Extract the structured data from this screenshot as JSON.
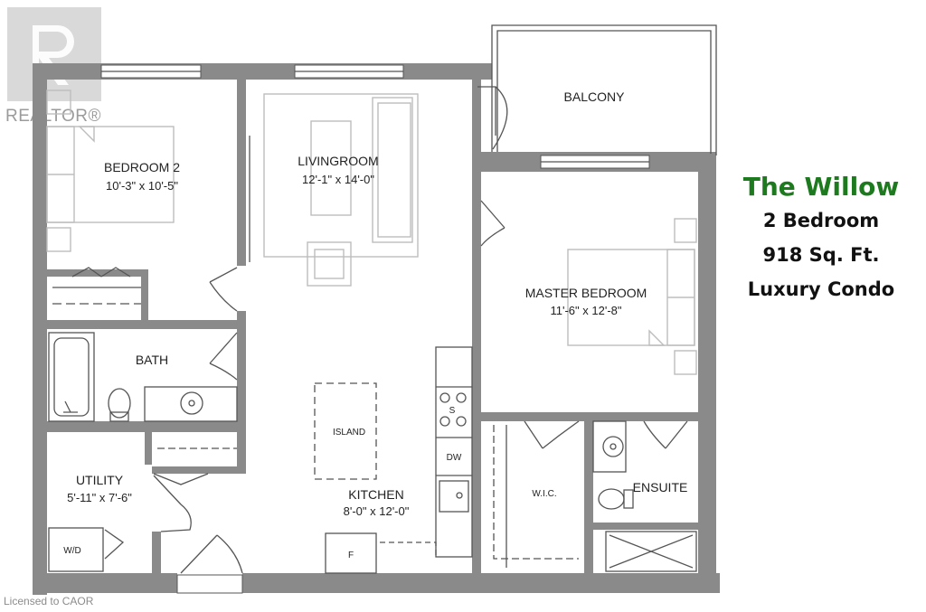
{
  "logo": {
    "text": "REALTOR®"
  },
  "title_block": {
    "name": "The Willow",
    "line1": "2 Bedroom",
    "line2": "918 Sq. Ft.",
    "line3": "Luxury Condo",
    "name_color": "#1e7a1e"
  },
  "rooms": {
    "balcony": {
      "label": "BALCONY"
    },
    "bedroom2": {
      "label": "BEDROOM 2",
      "dims": "10'-3\" x 10'-5\""
    },
    "livingroom": {
      "label": "LIVINGROOM",
      "dims": "12'-1\" x 14'-0\""
    },
    "master": {
      "label": "MASTER BEDROOM",
      "dims": "11'-6\" x 12'-8\""
    },
    "bath": {
      "label": "BATH"
    },
    "island": {
      "label": "ISLAND"
    },
    "kitchen": {
      "label": "KITCHEN",
      "dims": "8'-0\" x 12'-0\""
    },
    "utility": {
      "label": "UTILITY",
      "dims": "5'-11\" x 7'-6\""
    },
    "wic": {
      "label": "W.I.C."
    },
    "ensuite": {
      "label": "ENSUITE"
    }
  },
  "fixtures": {
    "dishwasher": "DW",
    "fridge": "F",
    "washer_dryer": "W/D",
    "stove": "S"
  },
  "footer": {
    "license": "Licensed to CAOR"
  }
}
